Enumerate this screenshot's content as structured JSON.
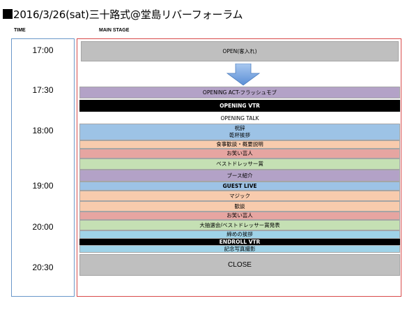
{
  "title": "2016/3/26(sat)三十路式@堂島リバーフォーラム",
  "headers": {
    "time": "TIME",
    "stage": "MAIN STAGE"
  },
  "times": [
    "17:00",
    "17:30",
    "18:00",
    "19:00",
    "20:00",
    "20:30"
  ],
  "colors": {
    "gray": "#bfbfbf",
    "lavender": "#b3a2c7",
    "black": "#000000",
    "white": "#ffffff",
    "blue": "#9dc3e6",
    "peach": "#f8cbad",
    "salmon": "#e6a5a1",
    "green": "#c5e0b4",
    "lightblue": "#9fd3e8",
    "time_border": "#6a97c9",
    "stage_border": "#d84a4a",
    "arrow": "#7aa9e3"
  },
  "blocks": [
    {
      "id": "open",
      "label": "OPEN(客入れ)"
    },
    {
      "id": "opening-act",
      "label": "OPENING ACT-フラッシュモブ"
    },
    {
      "id": "opening-vtr",
      "label": "OPENING VTR"
    },
    {
      "id": "opening-talk",
      "label": "OPENING TALK"
    },
    {
      "id": "shukuji",
      "label": "祝辞",
      "label2": "乾杯挨拶"
    },
    {
      "id": "shokuji",
      "label": "食事歓談・概要説明"
    },
    {
      "id": "owarai-1",
      "label": "お笑い芸人"
    },
    {
      "id": "best-dresser",
      "label": "ベストドレッサー賞"
    },
    {
      "id": "booth",
      "label": "ブース紹介"
    },
    {
      "id": "guest-live",
      "label": "GUEST LIVE"
    },
    {
      "id": "magic",
      "label": "マジック"
    },
    {
      "id": "kandan",
      "label": "歓談"
    },
    {
      "id": "owarai-2",
      "label": "お笑い芸人"
    },
    {
      "id": "lottery",
      "label": "大抽選会/ベストドレッサー賞発表"
    },
    {
      "id": "closing-greeting",
      "label": "締めの挨拶"
    },
    {
      "id": "endroll-vtr",
      "label": "ENDROLL VTR"
    },
    {
      "id": "photo",
      "label": "記念写真撮影"
    },
    {
      "id": "close",
      "label": "CLOSE"
    }
  ]
}
